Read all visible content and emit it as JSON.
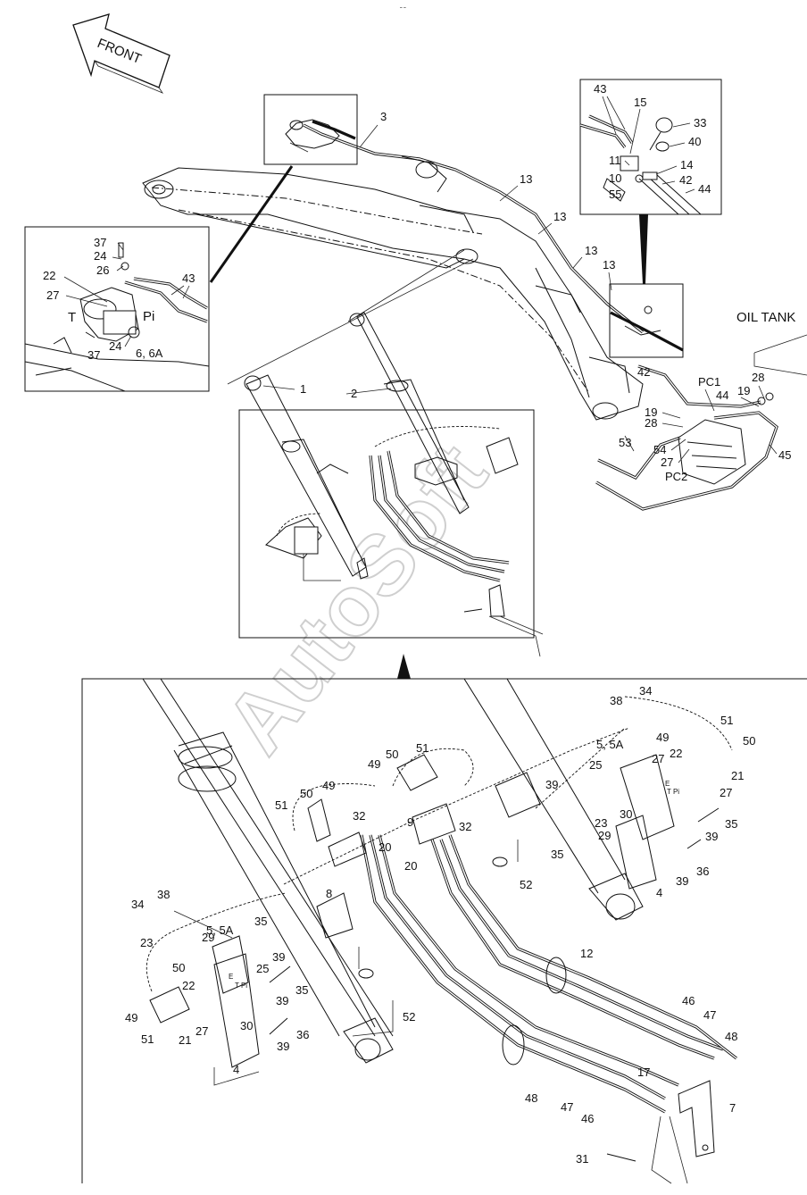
{
  "header_mark": "᠆ ᠆",
  "front_label": "FRONT",
  "oil_tank_label": "OIL TANK",
  "watermark": "AutoSoft",
  "callouts": [
    {
      "id": "c-1",
      "text": "1"
    },
    {
      "id": "c-2",
      "text": "2"
    },
    {
      "id": "c-3",
      "text": "3"
    },
    {
      "id": "c-13a",
      "text": "13"
    },
    {
      "id": "c-13b",
      "text": "13"
    },
    {
      "id": "c-13c",
      "text": "13"
    },
    {
      "id": "c-13d",
      "text": "13"
    },
    {
      "id": "c-43r",
      "text": "43"
    },
    {
      "id": "c-15",
      "text": "15"
    },
    {
      "id": "c-33",
      "text": "33"
    },
    {
      "id": "c-40",
      "text": "40"
    },
    {
      "id": "c-11",
      "text": "11"
    },
    {
      "id": "c-14",
      "text": "14"
    },
    {
      "id": "c-10",
      "text": "10"
    },
    {
      "id": "c-42r",
      "text": "42"
    },
    {
      "id": "c-44r",
      "text": "44"
    },
    {
      "id": "c-55",
      "text": "55"
    },
    {
      "id": "c-37a",
      "text": "37"
    },
    {
      "id": "c-24a",
      "text": "24"
    },
    {
      "id": "c-26",
      "text": "26"
    },
    {
      "id": "c-22l",
      "text": "22"
    },
    {
      "id": "c-43l",
      "text": "43"
    },
    {
      "id": "c-27l",
      "text": "27"
    },
    {
      "id": "c-T",
      "text": "T"
    },
    {
      "id": "c-Pi",
      "text": "Pi"
    },
    {
      "id": "c-24b",
      "text": "24"
    },
    {
      "id": "c-37b",
      "text": "37"
    },
    {
      "id": "c-6",
      "text": "6, 6A"
    },
    {
      "id": "c-42",
      "text": "42"
    },
    {
      "id": "c-PC1",
      "text": "PC1"
    },
    {
      "id": "c-44",
      "text": "44"
    },
    {
      "id": "c-28a",
      "text": "28"
    },
    {
      "id": "c-19a",
      "text": "19"
    },
    {
      "id": "c-19b",
      "text": "19"
    },
    {
      "id": "c-28b",
      "text": "28"
    },
    {
      "id": "c-53",
      "text": "53"
    },
    {
      "id": "c-54",
      "text": "54"
    },
    {
      "id": "c-27a",
      "text": "27"
    },
    {
      "id": "c-PC2",
      "text": "PC2"
    },
    {
      "id": "c-45",
      "text": "45"
    },
    {
      "id": "c-38a",
      "text": "38"
    },
    {
      "id": "c-34a",
      "text": "34"
    },
    {
      "id": "c-51a",
      "text": "51"
    },
    {
      "id": "c-49a",
      "text": "49"
    },
    {
      "id": "c-50a",
      "text": "50"
    },
    {
      "id": "c-5a",
      "text": "5, 5A"
    },
    {
      "id": "c-27b",
      "text": "27"
    },
    {
      "id": "c-22a",
      "text": "22"
    },
    {
      "id": "c-21a",
      "text": "21"
    },
    {
      "id": "c-25a",
      "text": "25"
    },
    {
      "id": "c-27c",
      "text": "27"
    },
    {
      "id": "c-39a",
      "text": "39"
    },
    {
      "id": "c-23a",
      "text": "23"
    },
    {
      "id": "c-30a",
      "text": "30"
    },
    {
      "id": "c-29a",
      "text": "29"
    },
    {
      "id": "c-35a",
      "text": "35"
    },
    {
      "id": "c-39b",
      "text": "39"
    },
    {
      "id": "c-36a",
      "text": "36"
    },
    {
      "id": "c-39c",
      "text": "39"
    },
    {
      "id": "c-4a",
      "text": "4"
    },
    {
      "id": "c-49b",
      "text": "49"
    },
    {
      "id": "c-50b",
      "text": "50"
    },
    {
      "id": "c-51b",
      "text": "51"
    },
    {
      "id": "c-9",
      "text": "9"
    },
    {
      "id": "c-32a",
      "text": "32"
    },
    {
      "id": "c-20a",
      "text": "20"
    },
    {
      "id": "c-35b",
      "text": "35"
    },
    {
      "id": "c-52a",
      "text": "52"
    },
    {
      "id": "c-51c",
      "text": "51"
    },
    {
      "id": "c-50c",
      "text": "50"
    },
    {
      "id": "c-49c",
      "text": "49"
    },
    {
      "id": "c-32b",
      "text": "32"
    },
    {
      "id": "c-20b",
      "text": "20"
    },
    {
      "id": "c-8",
      "text": "8"
    },
    {
      "id": "c-34b",
      "text": "34"
    },
    {
      "id": "c-38b",
      "text": "38"
    },
    {
      "id": "c-35c",
      "text": "35"
    },
    {
      "id": "c-5b",
      "text": "5, 5A"
    },
    {
      "id": "c-23b",
      "text": "23"
    },
    {
      "id": "c-29b",
      "text": "29"
    },
    {
      "id": "c-39d",
      "text": "39"
    },
    {
      "id": "c-50d",
      "text": "50"
    },
    {
      "id": "c-25b",
      "text": "25"
    },
    {
      "id": "c-35d",
      "text": "35"
    },
    {
      "id": "c-22b",
      "text": "22"
    },
    {
      "id": "c-39e",
      "text": "39"
    },
    {
      "id": "c-49d",
      "text": "49"
    },
    {
      "id": "c-30b",
      "text": "30"
    },
    {
      "id": "c-36b",
      "text": "36"
    },
    {
      "id": "c-51d",
      "text": "51"
    },
    {
      "id": "c-21b",
      "text": "21"
    },
    {
      "id": "c-27d",
      "text": "27"
    },
    {
      "id": "c-39f",
      "text": "39"
    },
    {
      "id": "c-4b",
      "text": "4"
    },
    {
      "id": "c-52b",
      "text": "52"
    },
    {
      "id": "c-12",
      "text": "12"
    },
    {
      "id": "c-46a",
      "text": "46"
    },
    {
      "id": "c-47a",
      "text": "47"
    },
    {
      "id": "c-48a",
      "text": "48"
    },
    {
      "id": "c-17",
      "text": "17"
    },
    {
      "id": "c-48b",
      "text": "48"
    },
    {
      "id": "c-47b",
      "text": "47"
    },
    {
      "id": "c-46b",
      "text": "46"
    },
    {
      "id": "c-7",
      "text": "7"
    },
    {
      "id": "c-31",
      "text": "31"
    }
  ],
  "port_labels": {
    "e1": "E",
    "tpi1": "T Pi",
    "e2": "E",
    "tpi2": "T Pi"
  }
}
